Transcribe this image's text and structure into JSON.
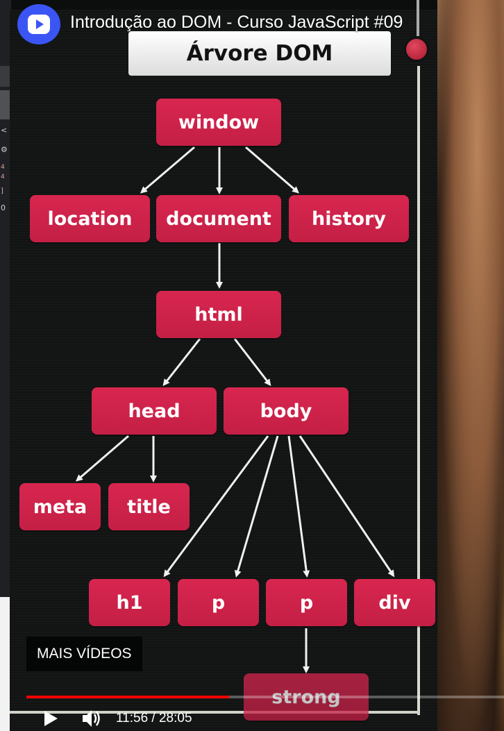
{
  "video": {
    "title": "Introdução ao DOM - Curso JavaScript #09",
    "current_time": "11:56",
    "separator": "/",
    "duration": "28:05",
    "progress": 0.425,
    "more_videos_label": "MAIS VÍDEOS",
    "play_icon": "play-icon",
    "volume_icon": "volume-icon",
    "channel_icon": "channel-logo-icon",
    "accent_color": "#ff0000"
  },
  "slide": {
    "title": "Árvore DOM",
    "node_color": "#d0224a",
    "nodes": {
      "window": "window",
      "location": "location",
      "document": "document",
      "history": "history",
      "html": "html",
      "head": "head",
      "body": "body",
      "meta": "meta",
      "title": "title",
      "h1": "h1",
      "p1": "p",
      "p2": "p",
      "div": "div",
      "strong": "strong"
    }
  },
  "editor_strip": {
    "glyphs": [
      "<",
      "⚙",
      "4",
      "4",
      "]",
      "0"
    ]
  }
}
